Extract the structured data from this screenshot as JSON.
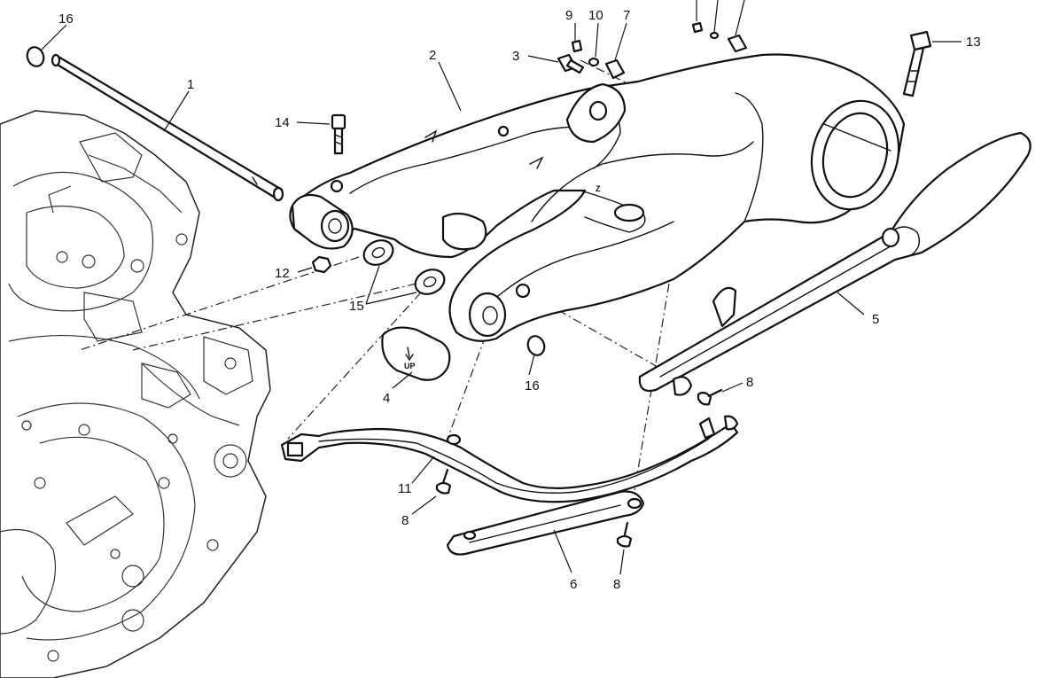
{
  "callouts": {
    "c1": "1",
    "c2": "2",
    "c3": "3",
    "c4": "4",
    "c5": "5",
    "c6": "6",
    "c7": "7",
    "c8a": "8",
    "c8b": "8",
    "c8c": "8",
    "c9": "9",
    "c10": "10",
    "c11": "11",
    "c12": "12",
    "c13": "13",
    "c14": "14",
    "c15": "15",
    "c16a": "16",
    "c16b": "16"
  },
  "plate_text": "UP"
}
